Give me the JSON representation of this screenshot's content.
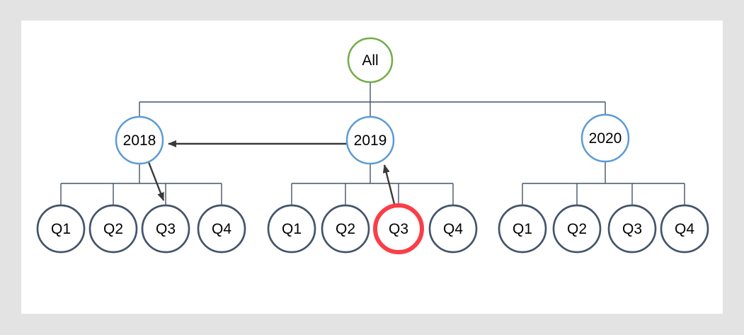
{
  "colors": {
    "canvas_bg": "#e3e3e3",
    "surface": "#ffffff",
    "root": "#70AD47",
    "year": "#5B9BD5",
    "quarter": "#44546A",
    "highlight": "#FA3E48",
    "connector": "#44546A",
    "arrow": "#3a3a3a",
    "text": "#000000"
  },
  "diagram": {
    "type": "drilldown-tree",
    "root": {
      "label": "All"
    },
    "years": [
      {
        "label": "2018",
        "quarters": [
          "Q1",
          "Q2",
          "Q3",
          "Q4"
        ]
      },
      {
        "label": "2019",
        "quarters": [
          "Q1",
          "Q2",
          "Q3",
          "Q4"
        ]
      },
      {
        "label": "2020",
        "quarters": [
          "Q1",
          "Q2",
          "Q3",
          "Q4"
        ]
      }
    ],
    "highlighted_node": "2019-Q3",
    "arrows": [
      {
        "from": "2019",
        "to": "2018"
      },
      {
        "from": "2018",
        "to": "2018-Q3"
      },
      {
        "from": "2019-Q3",
        "to": "2019"
      }
    ]
  }
}
